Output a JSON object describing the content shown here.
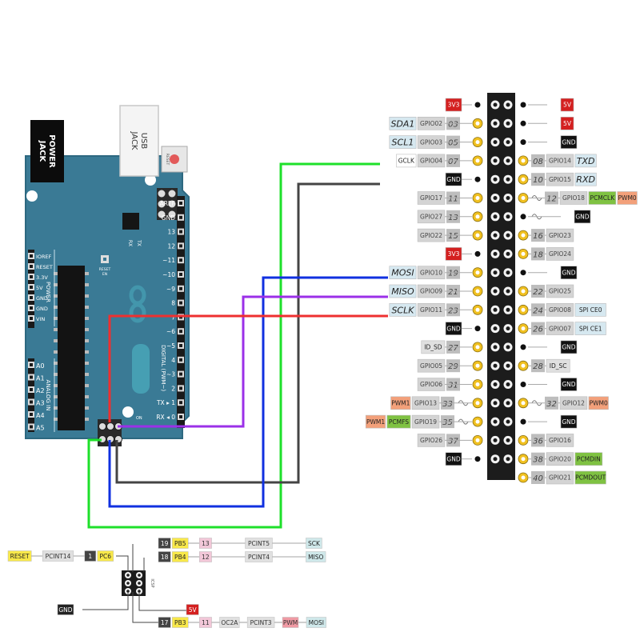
{
  "arduino": {
    "power_jack": [
      "POWER",
      "JACK"
    ],
    "usb_jack": [
      "USB",
      "JACK"
    ],
    "reset": "RESET",
    "reset_en": [
      "RESET",
      "EN"
    ],
    "tx": "TX",
    "rx": "RX",
    "on": "ON",
    "digital_label": "DIGITAL (PWM~)",
    "digital_pins": [
      "AREF",
      "GND",
      "13",
      "12",
      "~11",
      "~10",
      "~9",
      "8",
      "7",
      "~6",
      "~5",
      "4",
      "~3",
      "2",
      "TX ▸ 1",
      "RX ◂ 0"
    ],
    "power_header_pins": [
      "IOREF",
      "RESET",
      "3.3V",
      "5V",
      "GND",
      "GND",
      "VIN"
    ],
    "power_label": "POWER",
    "analog_pins": [
      "A0",
      "A1",
      "A2",
      "A3",
      "A4",
      "A5"
    ],
    "analog_label": "ANALOG IN"
  },
  "rpi_left": [
    {
      "tags": [
        {
          "t": "3V3",
          "c": "#d42020",
          "fg": "#ffffff"
        }
      ]
    },
    {
      "tags": [
        {
          "t": "SDA1",
          "c": "#d6e8f0",
          "fg": "#222222",
          "big": true
        },
        {
          "t": "GPIO02",
          "c": "#d4d4d4",
          "fg": "#444444"
        }
      ],
      "num": "03"
    },
    {
      "tags": [
        {
          "t": "SCL1",
          "c": "#d6e8f0",
          "fg": "#222222",
          "big": true
        },
        {
          "t": "GPIO03",
          "c": "#d4d4d4",
          "fg": "#444444"
        }
      ],
      "num": "05"
    },
    {
      "tags": [
        {
          "t": "GCLK",
          "c": "#ffffff",
          "fg": "#222222"
        },
        {
          "t": "GPIO04",
          "c": "#d4d4d4",
          "fg": "#444444"
        }
      ],
      "num": "07"
    },
    {
      "tags": [
        {
          "t": "GND",
          "c": "#111111",
          "fg": "#ffffff"
        }
      ]
    },
    {
      "tags": [
        {
          "t": "GPIO17",
          "c": "#d4d4d4",
          "fg": "#444444"
        }
      ],
      "num": "11"
    },
    {
      "tags": [
        {
          "t": "GPIO27",
          "c": "#d4d4d4",
          "fg": "#444444"
        }
      ],
      "num": "13"
    },
    {
      "tags": [
        {
          "t": "GPIO22",
          "c": "#d4d4d4",
          "fg": "#444444"
        }
      ],
      "num": "15"
    },
    {
      "tags": [
        {
          "t": "3V3",
          "c": "#d42020",
          "fg": "#ffffff"
        }
      ]
    },
    {
      "tags": [
        {
          "t": "MOSI",
          "c": "#d6e8f0",
          "fg": "#222222",
          "big": true
        },
        {
          "t": "GPIO10",
          "c": "#d4d4d4",
          "fg": "#444444"
        }
      ],
      "num": "19"
    },
    {
      "tags": [
        {
          "t": "MISO",
          "c": "#d6e8f0",
          "fg": "#222222",
          "big": true
        },
        {
          "t": "GPIO09",
          "c": "#d4d4d4",
          "fg": "#444444"
        }
      ],
      "num": "21"
    },
    {
      "tags": [
        {
          "t": "SCLK",
          "c": "#d6e8f0",
          "fg": "#222222",
          "big": true
        },
        {
          "t": "GPIO11",
          "c": "#d4d4d4",
          "fg": "#444444"
        }
      ],
      "num": "23"
    },
    {
      "tags": [
        {
          "t": "GND",
          "c": "#111111",
          "fg": "#ffffff"
        }
      ]
    },
    {
      "tags": [
        {
          "t": "ID_SD",
          "c": "#e0e0e0",
          "fg": "#222222"
        }
      ],
      "num": "27"
    },
    {
      "tags": [
        {
          "t": "GPIO05",
          "c": "#d4d4d4",
          "fg": "#444444"
        }
      ],
      "num": "29"
    },
    {
      "tags": [
        {
          "t": "GPIO06",
          "c": "#d4d4d4",
          "fg": "#444444"
        }
      ],
      "num": "31"
    },
    {
      "tags": [
        {
          "t": "PWM1",
          "c": "#f3a07a",
          "fg": "#222222"
        },
        {
          "t": "GPIO13",
          "c": "#d4d4d4",
          "fg": "#444444"
        }
      ],
      "num": "33",
      "wavy": true
    },
    {
      "tags": [
        {
          "t": "PWM1",
          "c": "#f3a07a",
          "fg": "#222222"
        },
        {
          "t": "PCMFS",
          "c": "#7fc242",
          "fg": "#222222"
        },
        {
          "t": "GPIO19",
          "c": "#d4d4d4",
          "fg": "#444444"
        }
      ],
      "num": "35",
      "wavy": true
    },
    {
      "tags": [
        {
          "t": "GPIO26",
          "c": "#d4d4d4",
          "fg": "#444444"
        }
      ],
      "num": "37"
    },
    {
      "tags": [
        {
          "t": "GND",
          "c": "#111111",
          "fg": "#ffffff"
        }
      ]
    }
  ],
  "rpi_right": [
    {
      "tags": [
        {
          "t": "5V",
          "c": "#d42020",
          "fg": "#ffffff"
        }
      ]
    },
    {
      "tags": [
        {
          "t": "5V",
          "c": "#d42020",
          "fg": "#ffffff"
        }
      ]
    },
    {
      "tags": [
        {
          "t": "GND",
          "c": "#111111",
          "fg": "#ffffff"
        }
      ]
    },
    {
      "num": "08",
      "tags": [
        {
          "t": "GPIO14",
          "c": "#d4d4d4",
          "fg": "#444444"
        },
        {
          "t": "TXD",
          "c": "#d6e8f0",
          "fg": "#222222",
          "big": true
        }
      ]
    },
    {
      "num": "10",
      "tags": [
        {
          "t": "GPIO15",
          "c": "#d4d4d4",
          "fg": "#444444"
        },
        {
          "t": "RXD",
          "c": "#d6e8f0",
          "fg": "#222222",
          "big": true
        }
      ]
    },
    {
      "num": "12",
      "tags": [
        {
          "t": "GPIO18",
          "c": "#d4d4d4",
          "fg": "#444444"
        },
        {
          "t": "PCMCLK",
          "c": "#7fc242",
          "fg": "#222222"
        },
        {
          "t": "PWM0",
          "c": "#f3a07a",
          "fg": "#222222"
        }
      ],
      "wavy": true
    },
    {
      "tags": [
        {
          "t": "GND",
          "c": "#111111",
          "fg": "#ffffff"
        }
      ],
      "wavy": true
    },
    {
      "num": "16",
      "tags": [
        {
          "t": "GPIO23",
          "c": "#d4d4d4",
          "fg": "#444444"
        }
      ]
    },
    {
      "num": "18",
      "tags": [
        {
          "t": "GPIO24",
          "c": "#d4d4d4",
          "fg": "#444444"
        }
      ]
    },
    {
      "tags": [
        {
          "t": "GND",
          "c": "#111111",
          "fg": "#ffffff"
        }
      ]
    },
    {
      "num": "22",
      "tags": [
        {
          "t": "GPIO25",
          "c": "#d4d4d4",
          "fg": "#444444"
        }
      ]
    },
    {
      "num": "24",
      "tags": [
        {
          "t": "GPIO08",
          "c": "#d4d4d4",
          "fg": "#444444"
        },
        {
          "t": "SPI CE0",
          "c": "#d6e8f0",
          "fg": "#222222"
        }
      ]
    },
    {
      "num": "26",
      "tags": [
        {
          "t": "GPIO07",
          "c": "#d4d4d4",
          "fg": "#444444"
        },
        {
          "t": "SPI CE1",
          "c": "#d6e8f0",
          "fg": "#222222"
        }
      ]
    },
    {
      "tags": [
        {
          "t": "GND",
          "c": "#111111",
          "fg": "#ffffff"
        }
      ]
    },
    {
      "num": "28",
      "tags": [
        {
          "t": "ID_SC",
          "c": "#e0e0e0",
          "fg": "#222222"
        }
      ]
    },
    {
      "tags": [
        {
          "t": "GND",
          "c": "#111111",
          "fg": "#ffffff"
        }
      ]
    },
    {
      "num": "32",
      "tags": [
        {
          "t": "GPIO12",
          "c": "#d4d4d4",
          "fg": "#444444"
        },
        {
          "t": "PWM0",
          "c": "#f3a07a",
          "fg": "#222222"
        }
      ],
      "wavy": true
    },
    {
      "tags": [
        {
          "t": "GND",
          "c": "#111111",
          "fg": "#ffffff"
        }
      ]
    },
    {
      "num": "36",
      "tags": [
        {
          "t": "GPIO16",
          "c": "#d4d4d4",
          "fg": "#444444"
        }
      ]
    },
    {
      "num": "38",
      "tags": [
        {
          "t": "GPIO20",
          "c": "#d4d4d4",
          "fg": "#444444"
        },
        {
          "t": "PCMDIN",
          "c": "#7fc242",
          "fg": "#222222"
        }
      ]
    },
    {
      "num": "40",
      "tags": [
        {
          "t": "GPIO21",
          "c": "#d4d4d4",
          "fg": "#444444"
        },
        {
          "t": "PCMDOUT",
          "c": "#7fc242",
          "fg": "#222222"
        }
      ]
    }
  ],
  "wires": [
    {
      "id": "sclk-wire",
      "color": "#1ee02a",
      "label": "GCLK"
    },
    {
      "id": "gnd-wire",
      "color": "#444444",
      "label": "GND"
    },
    {
      "id": "mosi-wire",
      "color": "#1030e0",
      "label": "MOSI"
    },
    {
      "id": "miso-wire",
      "color": "#9b30e8",
      "label": "MISO"
    },
    {
      "id": "reset-wire",
      "color": "#ee3030",
      "label": "SCLK"
    }
  ],
  "icsp_legend": {
    "reset_row": [
      {
        "t": "RESET",
        "c": "#f8e84a",
        "fg": "#222222"
      },
      {
        "t": "PCINT14",
        "c": "#e0e0e0",
        "fg": "#333333"
      },
      {
        "t": "1",
        "c": "#444444",
        "fg": "#ffffff"
      },
      {
        "t": "PC6",
        "c": "#f8e84a",
        "fg": "#222222"
      }
    ],
    "row_19": [
      {
        "t": "19",
        "c": "#444444",
        "fg": "#ffffff"
      },
      {
        "t": "PB5",
        "c": "#f8e84a",
        "fg": "#222222"
      },
      {
        "t": "13",
        "c": "#f2c7d8",
        "fg": "#333333"
      },
      {
        "t": "PCINT5",
        "c": "#e0e0e0",
        "fg": "#333333"
      },
      {
        "t": "SCK",
        "c": "#cfe8ea",
        "fg": "#222222"
      }
    ],
    "row_18": [
      {
        "t": "18",
        "c": "#444444",
        "fg": "#ffffff"
      },
      {
        "t": "PB4",
        "c": "#f8e84a",
        "fg": "#222222"
      },
      {
        "t": "12",
        "c": "#f2c7d8",
        "fg": "#333333"
      },
      {
        "t": "PCINT4",
        "c": "#e0e0e0",
        "fg": "#333333"
      },
      {
        "t": "MISO",
        "c": "#cfe8ea",
        "fg": "#222222"
      }
    ],
    "gnd": {
      "t": "GND",
      "c": "#222222",
      "fg": "#ffffff"
    },
    "v5": {
      "t": "5V",
      "c": "#d42020",
      "fg": "#ffffff"
    },
    "row_17": [
      {
        "t": "17",
        "c": "#444444",
        "fg": "#ffffff"
      },
      {
        "t": "PB3",
        "c": "#f8e84a",
        "fg": "#222222"
      },
      {
        "t": "11",
        "c": "#f2c7d8",
        "fg": "#333333"
      },
      {
        "t": "OC2A",
        "c": "#e0e0e0",
        "fg": "#333333"
      },
      {
        "t": "PCINT3",
        "c": "#e0e0e0",
        "fg": "#333333"
      },
      {
        "t": "PWM",
        "c": "#f09aa4",
        "fg": "#333333"
      },
      {
        "t": "MOSI",
        "c": "#cfe8ea",
        "fg": "#222222"
      }
    ],
    "icsp_label": "ICSP"
  },
  "colors": {
    "board": "#3a7a95",
    "board_edge": "#2d6880",
    "header": "#1c1c1c",
    "pin_gold": "#f0c020",
    "pin_black": "#111111"
  }
}
